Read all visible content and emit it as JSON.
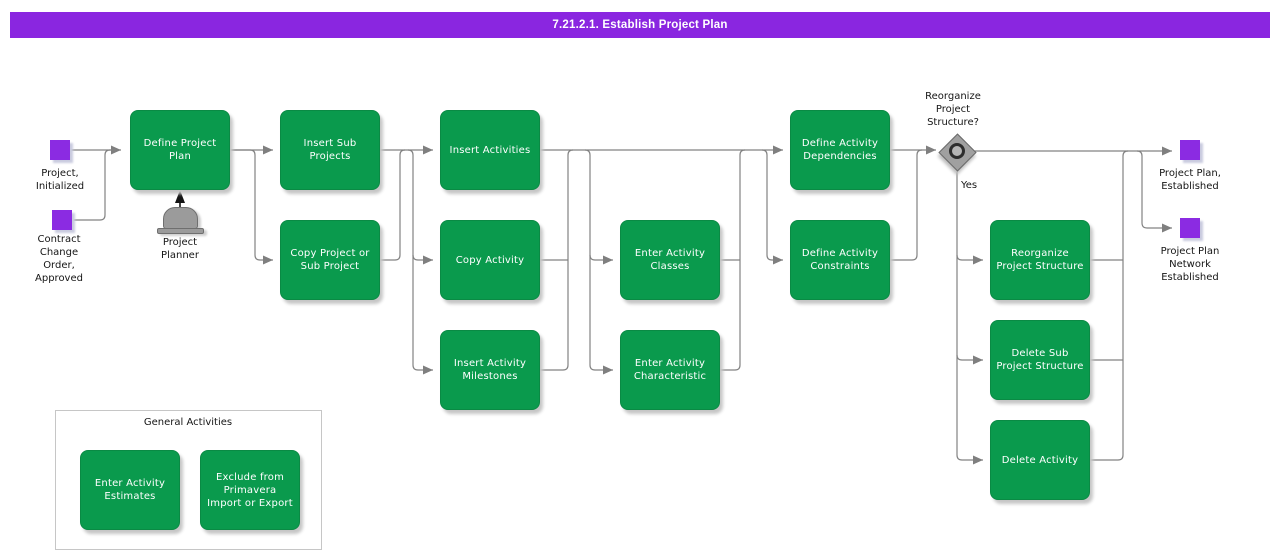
{
  "title_bar": {
    "text": "7.21.2.1. Establish Project Plan"
  },
  "colors": {
    "banner_purple": "#8a26e0",
    "event_purple": "#8b2be2",
    "task_green": "#0a9a4d",
    "line_gray": "#828282"
  },
  "events": [
    {
      "id": "project-initialized",
      "label": "Project,\nInitialized"
    },
    {
      "id": "contract-change-order-approved",
      "label": "Contract\nChange\nOrder,\nApproved"
    },
    {
      "id": "project-plan-established",
      "label": "Project Plan,\nEstablished"
    },
    {
      "id": "project-plan-network-established",
      "label": "Project Plan\nNetwork\nEstablished"
    }
  ],
  "actor": {
    "name": "Project Planner",
    "label": "Project\nPlanner"
  },
  "decision": {
    "question": "Reorganize\nProject\nStructure?",
    "yes_label": "Yes"
  },
  "tasks": [
    {
      "label": "Define Project Plan"
    },
    {
      "label": "Insert Sub Projects"
    },
    {
      "label": "Copy Project or Sub Project"
    },
    {
      "label": "Insert Activities"
    },
    {
      "label": "Copy Activity"
    },
    {
      "label": "Insert Activity Milestones"
    },
    {
      "label": "Enter Activity Classes"
    },
    {
      "label": "Enter Activity Characteristic"
    },
    {
      "label": "Define Activity Dependencies"
    },
    {
      "label": "Define Activity Constraints"
    },
    {
      "label": "Reorganize Project Structure"
    },
    {
      "label": "Delete Sub Project Structure"
    },
    {
      "label": "Delete Activity"
    },
    {
      "label": "Enter Activity Estimates"
    },
    {
      "label": "Exclude from Primavera Import or Export"
    }
  ],
  "group": {
    "title": "General Activities"
  }
}
